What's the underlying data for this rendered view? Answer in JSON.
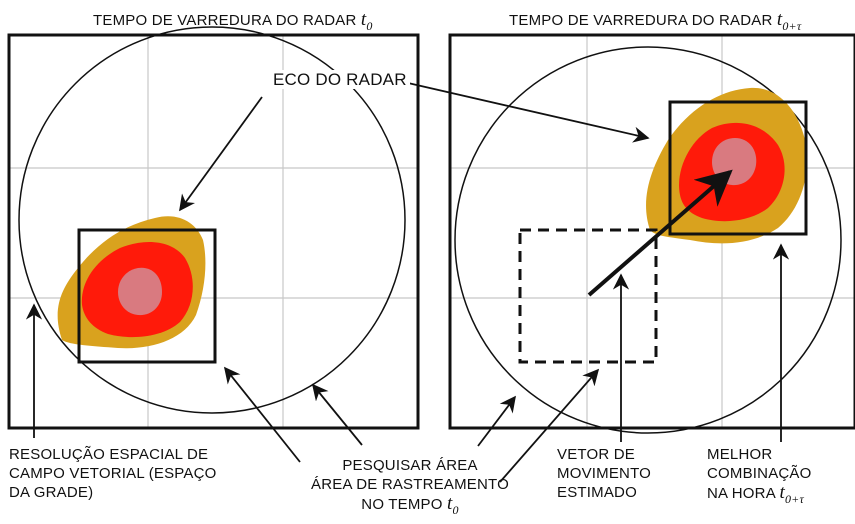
{
  "titles": {
    "left_prefix": "TEMPO DE VARREDURA DO RADAR",
    "left_var": "t",
    "left_sub": "0",
    "right_prefix": "TEMPO DE VARREDURA DO RADAR",
    "right_var": "t",
    "right_sub": "0+τ"
  },
  "labels": {
    "echo": "ECO DO RADAR",
    "resolution": [
      "RESOLUÇÃO ESPACIAL DE",
      "CAMPO VETORIAL (ESPAÇO",
      "DA GRADE)"
    ],
    "search": [
      "PESQUISAR ÁREA",
      "ÁREA DE RASTREAMENTO"
    ],
    "search_time_prefix": "NO TEMPO",
    "search_time_var": "t",
    "search_time_sub": "0",
    "vector": [
      "VETOR DE",
      "MOVIMENTO",
      "ESTIMADO"
    ],
    "best": [
      "MELHOR",
      "COMBINAÇÃO"
    ],
    "best_time_prefix": "NA HORA",
    "best_time_var": "t",
    "best_time_sub": "0+τ"
  },
  "colors": {
    "outer_echo": "#d9a21e",
    "middle_echo": "#ff1a0a",
    "core_echo": "#d97a80",
    "grid": "#c8c8c8",
    "frame": "#111111"
  }
}
